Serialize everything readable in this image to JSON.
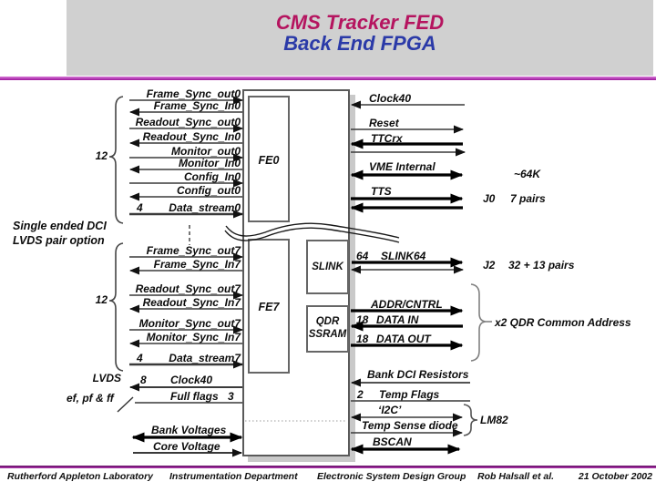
{
  "title": {
    "line1": "CMS Tracker FED",
    "line2": "Back End FPGA"
  },
  "colors": {
    "title_line1": "#b5145f",
    "title_line2": "#2b3aa8",
    "header_bg": "#d0d0d0",
    "header_rule": "#9c159c",
    "footer_rule": "#7a1a7a",
    "box_border": "#666666",
    "shadow": "#c9c9c9"
  },
  "diagram": {
    "boxes": {
      "fe0": "FE0",
      "fe7": "FE7",
      "slink": "SLINK",
      "qdr_line1": "QDR",
      "qdr_line2": "SSRAM"
    },
    "left": {
      "bus12_top": "12",
      "bus12_bottom": "12",
      "note_line1": "Single ended DCI",
      "note_line2": "LVDS pair option",
      "fe0_signals": [
        "Frame_Sync_out0",
        "Frame_Sync_In0",
        "Readout_Sync_out0",
        "Readout_Sync_In0",
        "Monitor_out0",
        "Monitor_In0",
        "Config_In0",
        "Config_out0",
        "Data_stream0"
      ],
      "fe0_bus_width": "4",
      "fe7_signals": [
        "Frame_Sync_out7",
        "Frame_Sync_In7",
        "Readout_Sync_out7",
        "Readout_Sync_In7",
        "Monitor_Sync_out7",
        "Monitor_Sync_In7",
        "Data_stream7"
      ],
      "fe7_bus_width": "4",
      "lvds_line1": "LVDS",
      "lvds_line2": "ef, pf & ff",
      "clock_bus_width": "8",
      "clock_label": "Clock40",
      "full_flags_label": "Full flags",
      "full_flags_width": "3",
      "bank_voltages": "Bank Voltages",
      "core_voltage": "Core Voltage"
    },
    "right": {
      "clock40": "Clock40",
      "reset": "Reset",
      "ttcrx": "TTCrx",
      "vme": "VME Internal",
      "vme_note": "~64K",
      "tts": "TTS",
      "j0": "J0",
      "j0_pairs": "7 pairs",
      "slink_bus_width": "64",
      "slink64": "SLINK64",
      "j2": "J2",
      "j2_pairs": "32 + 13 pairs",
      "addr_cntrl": "ADDR/CNTRL",
      "data_in_width": "18",
      "data_in": "DATA IN",
      "data_out_width": "18",
      "data_out": "DATA OUT",
      "qdr_note": "x2  QDR Common Address",
      "bank_dci": "Bank DCI Resistors",
      "temp_flags_width": "2",
      "temp_flags": "Temp Flags",
      "i2c": "‘I2C’",
      "temp_sense": "Temp Sense diode",
      "lm82": "LM82",
      "bscan": "BSCAN"
    }
  },
  "footer": {
    "org": "Rutherford Appleton Laboratory",
    "dept": "Instrumentation Department",
    "group": "Electronic System Design Group",
    "authors": "Rob Halsall et al.",
    "date": "21 October 2002"
  }
}
